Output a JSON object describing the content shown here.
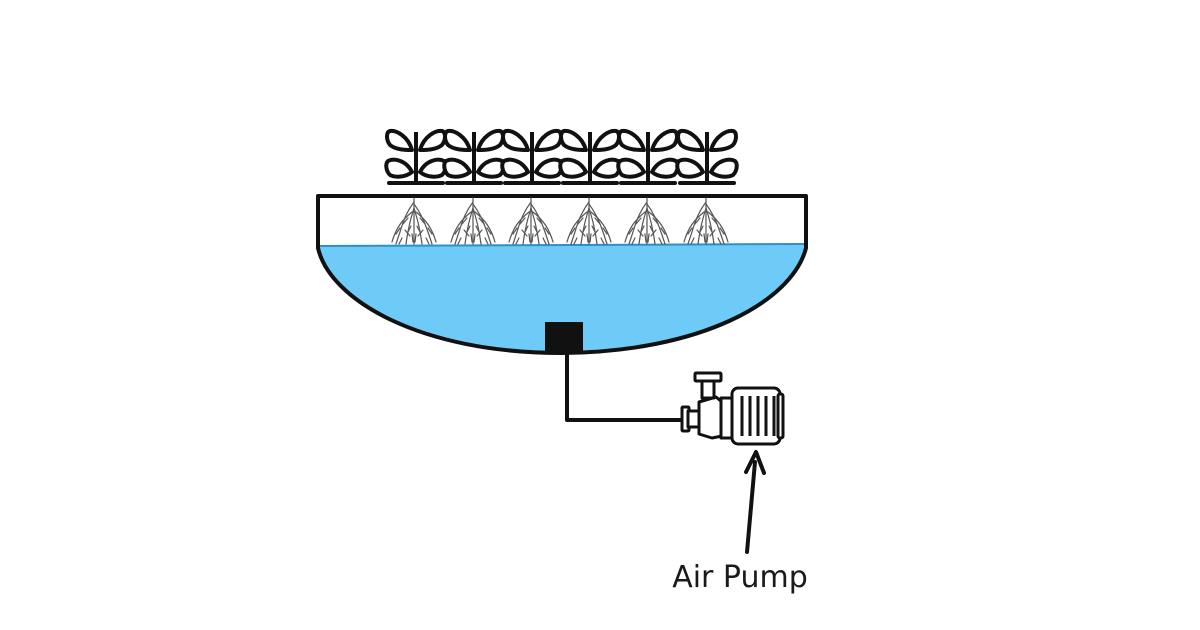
{
  "labels": {
    "pump": "Air Pump"
  },
  "diagram": {
    "plant_count": 6
  },
  "colors": {
    "water": "#6ECBF7",
    "outline": "#111111",
    "background": "#FFFFFF",
    "roots": "#555555"
  },
  "icons": {
    "plant": "seedling-icon",
    "pump": "pump-motor-icon",
    "air_stone": "air-stone-block"
  }
}
